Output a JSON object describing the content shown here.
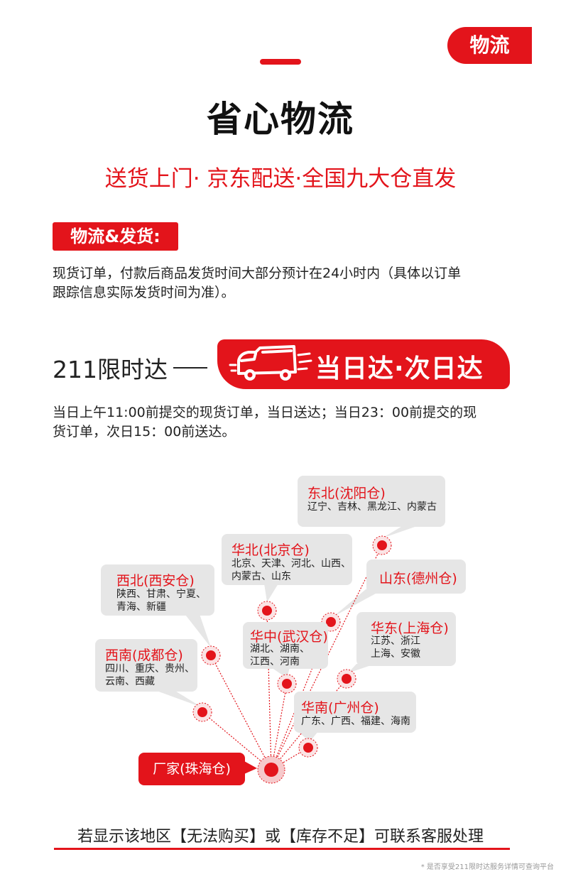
{
  "top_tag": "物流",
  "title": "省心物流",
  "subtitle": "送货上门· 京东配送·全国九大仓直发",
  "section_tag": "物流&发货:",
  "desc_line1": "现货订单，付款后商品发货时间大部分预计在24小时内（具体以订单",
  "desc_line2": "跟踪信息实际发货时间为准）。",
  "express_label": "211限时达",
  "banner_text": "当日达·次日达",
  "express_desc_line1": "当日上午11:00前提交的现货订单，当日送达；当日23：00前提交的现",
  "express_desc_line2": "货订单，次日15：00前送达。",
  "warehouses": {
    "dongbei": {
      "title": "东北(沈阳仓)",
      "l1": "辽宁、吉林、黑龙江、内蒙古"
    },
    "huabei": {
      "title": "华北(北京仓)",
      "l1": "北京、天津、河北、山西、",
      "l2": "内蒙古、山东"
    },
    "xibei": {
      "title": "西北(西安仓)",
      "l1": "陕西、甘肃、宁夏、",
      "l2": "青海、新疆"
    },
    "shandong": {
      "title": "山东(德州仓)"
    },
    "huazhong": {
      "title": "华中(武汉仓)",
      "l1": "湖北、湖南、",
      "l2": "江西、河南"
    },
    "huadong": {
      "title": "华东(上海仓)",
      "l1": "江苏、浙江",
      "l2": "上海、安徽"
    },
    "xinan": {
      "title": "西南(成都仓)",
      "l1": "四川、重庆、贵州、",
      "l2": "云南、西藏"
    },
    "huanan": {
      "title": "华南(广州仓)",
      "l1": "广东、广西、福建、海南"
    }
  },
  "factory": "厂家(珠海仓)",
  "bottom_text": "若显示该地区【无法购买】或【库存不足】可联系客服处理",
  "footnote": "* 是否享受211限时达服务详情可查询平台",
  "colors": {
    "accent": "#e3141b",
    "box": "#e6e6e6"
  }
}
